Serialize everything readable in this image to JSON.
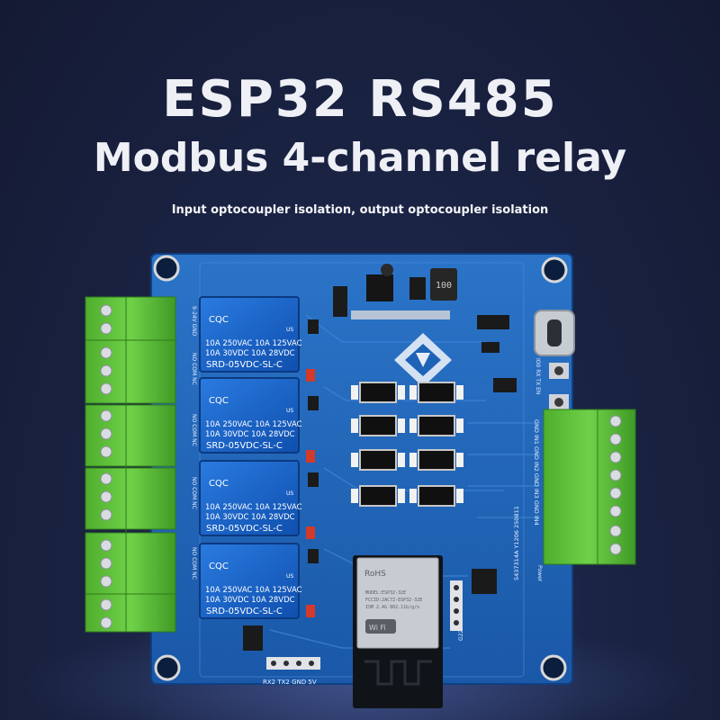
{
  "header": {
    "title_line1": "ESP32 RS485",
    "title_line2": "Modbus 4-channel relay",
    "subtitle": "Input optocoupler isolation, output optocoupler isolation"
  },
  "relay": {
    "cert_cqc": "CQC",
    "rating_line1": "10A 250VAC  10A 125VAC",
    "rating_line2": "10A  30VDC  10A  28VDC",
    "model": "SRD-05VDC-SL-C",
    "us_mark": "US"
  },
  "esp_module": {
    "rohs": "RoHS",
    "model_line1": "MODEL:ESP32-32E",
    "model_line2": "FCCID:2AC7Z-ESP32-32E",
    "model_line3": "ISM 2.4G 802.11b/g/n",
    "wifi": "Wi Fi"
  },
  "inductor": {
    "marking": "100"
  },
  "silkscreen": {
    "pin_header": "RX2 TX2 GND 5V",
    "gpio_header": "G22 G21 G14 G12",
    "serial": "5437314A Y1206 250811",
    "inputs": "GND  IN1  GND  IN2  GND  IN3  GND  IN4",
    "power_label": "Power",
    "uart_label": "IO0 RX TX EN",
    "vin": "9-24V GND",
    "relay_pins": "NO COM NC"
  },
  "colors": {
    "background": "#1b2445",
    "pcb": "#1d63b8",
    "relay": "#1463c9",
    "terminal": "#5fbf3a",
    "title_text": "#eef0f6"
  }
}
